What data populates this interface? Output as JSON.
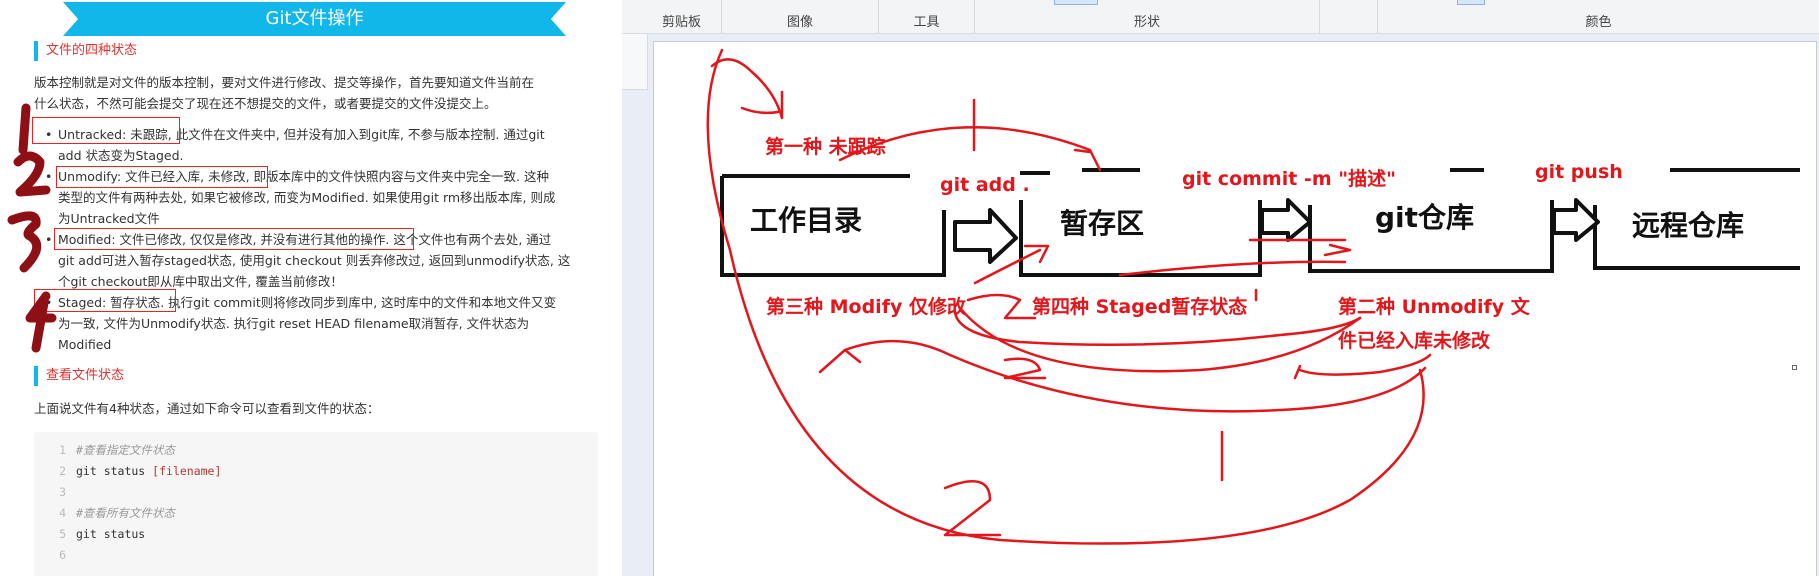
{
  "article": {
    "title": "Git文件操作",
    "section1": "文件的四种状态",
    "intro_line1": "版本控制就是对文件的版本控制，要对文件进行修改、提交等操作，首先要知道文件当前在",
    "intro_line2": "什么状态，不然可能会提交了现在还不想提交的文件，或者要提交的文件没提交上。",
    "bullets": [
      {
        "lines": [
          "Untracked: 未跟踪, 此文件在文件夹中, 但并没有加入到git库, 不参与版本控制. 通过git",
          "add 状态变为Staged."
        ]
      },
      {
        "lines": [
          "Unmodify: 文件已经入库, 未修改, 即版本库中的文件快照内容与文件夹中完全一致. 这种",
          "类型的文件有两种去处, 如果它被修改, 而变为Modified. 如果使用git rm移出版本库, 则成",
          "为Untracked文件"
        ]
      },
      {
        "lines": [
          "Modified: 文件已修改, 仅仅是修改, 并没有进行其他的操作. 这个文件也有两个去处, 通过",
          "git add可进入暂存staged状态, 使用git checkout 则丢弃修改过, 返回到unmodify状态, 这",
          "个git checkout即从库中取出文件, 覆盖当前修改！"
        ]
      },
      {
        "lines": [
          "Staged: 暂存状态. 执行git commit则将修改同步到库中, 这时库中的文件和本地文件又变",
          "为一致, 文件为Unmodify状态. 执行git reset HEAD filename取消暂存, 文件状态为",
          "Modified"
        ]
      }
    ],
    "bullet_marker": "•",
    "section2": "查看文件状态",
    "section2_desc": "上面说文件有4种状态，通过如下命令可以查看到文件的状态：",
    "code": {
      "lines": [
        {
          "num": "1",
          "comment": "#查看指定文件状态",
          "cmd": "",
          "arg": ""
        },
        {
          "num": "2",
          "comment": "",
          "cmd": "git status ",
          "arg": "[filename]"
        },
        {
          "num": "3",
          "comment": "",
          "cmd": "",
          "arg": ""
        },
        {
          "num": "4",
          "comment": "#查看所有文件状态",
          "cmd": "",
          "arg": ""
        },
        {
          "num": "5",
          "comment": "",
          "cmd": "git status",
          "arg": ""
        },
        {
          "num": "6",
          "comment": "",
          "cmd": "",
          "arg": ""
        }
      ]
    },
    "handwritten_numbers": [
      "1",
      "2",
      "3",
      "4"
    ],
    "annotation_color": "#e22222"
  },
  "paint": {
    "ribbon_groups": [
      "剪贴板",
      "图像",
      "工具",
      "形状",
      "颜色"
    ],
    "canvas": {
      "boxes": [
        "工作目录",
        "暂存区",
        "git仓库",
        "远程仓库"
      ],
      "commands": [
        "git add .",
        "git commit -m \"描述\"",
        "git push"
      ],
      "state_labels": {
        "first": "第一种 未跟踪",
        "third": "第三种 Modify 仅修改",
        "fourth": "第四种 Staged暂存状态",
        "second_line1": "第二种 Unmodify 文",
        "second_line2": "件已经入库未修改"
      },
      "ink_color": "#e3161b"
    }
  }
}
